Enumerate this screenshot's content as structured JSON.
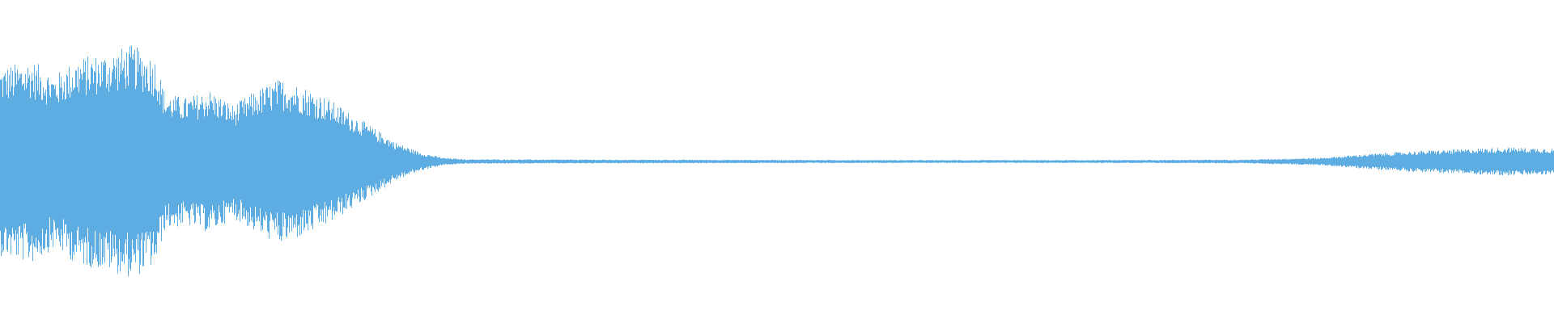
{
  "waveform": {
    "color": "#5dade2",
    "background": "#ffffff",
    "envelope": [
      {
        "t": 0.0,
        "amp": 0.5
      },
      {
        "t": 0.02,
        "amp": 0.54
      },
      {
        "t": 0.035,
        "amp": 0.46
      },
      {
        "t": 0.05,
        "amp": 0.55
      },
      {
        "t": 0.07,
        "amp": 0.58
      },
      {
        "t": 0.085,
        "amp": 0.62
      },
      {
        "t": 0.1,
        "amp": 0.55
      },
      {
        "t": 0.106,
        "amp": 0.36
      },
      {
        "t": 0.12,
        "amp": 0.34
      },
      {
        "t": 0.135,
        "amp": 0.38
      },
      {
        "t": 0.15,
        "amp": 0.3
      },
      {
        "t": 0.165,
        "amp": 0.38
      },
      {
        "t": 0.18,
        "amp": 0.44
      },
      {
        "t": 0.195,
        "amp": 0.4
      },
      {
        "t": 0.21,
        "amp": 0.34
      },
      {
        "t": 0.225,
        "amp": 0.26
      },
      {
        "t": 0.24,
        "amp": 0.18
      },
      {
        "t": 0.255,
        "amp": 0.1
      },
      {
        "t": 0.27,
        "amp": 0.05
      },
      {
        "t": 0.285,
        "amp": 0.02
      },
      {
        "t": 0.3,
        "amp": 0.012
      },
      {
        "t": 0.4,
        "amp": 0.01
      },
      {
        "t": 0.5,
        "amp": 0.009
      },
      {
        "t": 0.6,
        "amp": 0.008
      },
      {
        "t": 0.7,
        "amp": 0.008
      },
      {
        "t": 0.8,
        "amp": 0.01
      },
      {
        "t": 0.85,
        "amp": 0.02
      },
      {
        "t": 0.88,
        "amp": 0.04
      },
      {
        "t": 0.91,
        "amp": 0.055
      },
      {
        "t": 0.94,
        "amp": 0.065
      },
      {
        "t": 0.97,
        "amp": 0.075
      },
      {
        "t": 1.0,
        "amp": 0.07
      }
    ]
  }
}
